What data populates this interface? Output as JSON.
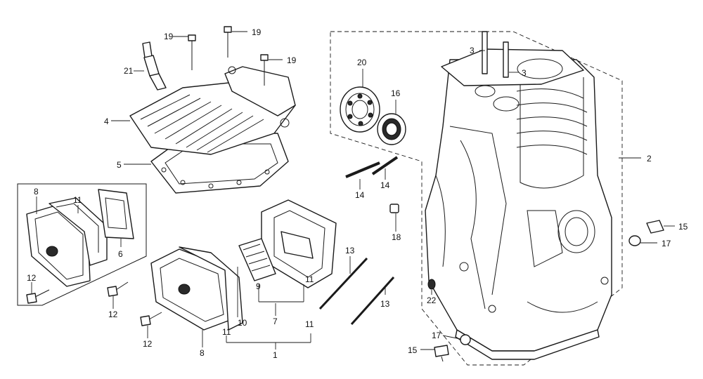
{
  "callouts": {
    "c1": "1",
    "c2": "2",
    "c3a": "3",
    "c3b": "3",
    "c4": "4",
    "c5": "5",
    "c6": "6",
    "c7": "7",
    "c8a": "8",
    "c8b": "8",
    "c9": "9",
    "c10": "10",
    "c11a": "11",
    "c11b": "11",
    "c11c": "11",
    "c11d": "11",
    "c12a": "12",
    "c12b": "12",
    "c12c": "12",
    "c13a": "13",
    "c13b": "13",
    "c14a": "14",
    "c14b": "14",
    "c15a": "15",
    "c15b": "15",
    "c16": "16",
    "c17a": "17",
    "c17b": "17",
    "c18": "18",
    "c19a": "19",
    "c19b": "19",
    "c19c": "19",
    "c20": "20",
    "c21": "21",
    "c22": "22"
  }
}
